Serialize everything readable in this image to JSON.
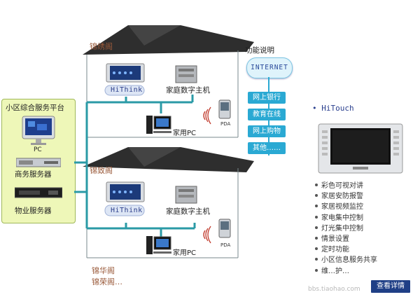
{
  "houses": [
    {
      "name": "锦绣阁",
      "panel": "HiThink",
      "host": "家庭数字主机",
      "pc": "家用PC",
      "pda": "PDA"
    },
    {
      "name": "锦致阁",
      "panel": "HiThink",
      "host": "家庭数字主机",
      "pc": "家用PC",
      "pda": "PDA"
    }
  ],
  "more_buildings": [
    "锦华阁",
    "锦荣阁…"
  ],
  "platform": {
    "title": "小区综合服务平台",
    "pc_label": "PC",
    "commerce_server": "商务服务器",
    "property_server": "物业服务器"
  },
  "functions": {
    "title": "功能说明",
    "internet": "INTERNET",
    "items": [
      "网上银行",
      "教育在线",
      "网上购物",
      "其他……"
    ]
  },
  "hitouch": {
    "title": "• HiTouch",
    "features": [
      "彩色可视对讲",
      "家居安防报警",
      "家居视频监控",
      "家电集中控制",
      "灯光集中控制",
      "情景设置",
      "定时功能",
      "小区信息服务共享",
      "维…护…"
    ],
    "button": "查看详情"
  },
  "watermark": "bbs.tiaohao.com",
  "colors": {
    "line": "#2a9aa6",
    "func": "#2aa9d3",
    "platform_bg": "#eef7b8",
    "roof": "#2e2e2e"
  }
}
